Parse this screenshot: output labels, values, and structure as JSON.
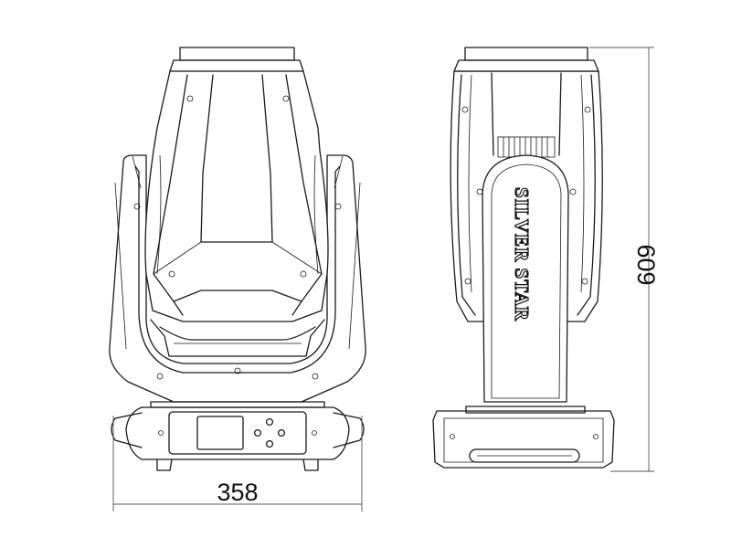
{
  "dimensions": {
    "width_label": "358",
    "height_label": "609"
  },
  "branding": {
    "logo_text": "SILVER STAR"
  },
  "views": [
    "front-view",
    "side-view"
  ]
}
